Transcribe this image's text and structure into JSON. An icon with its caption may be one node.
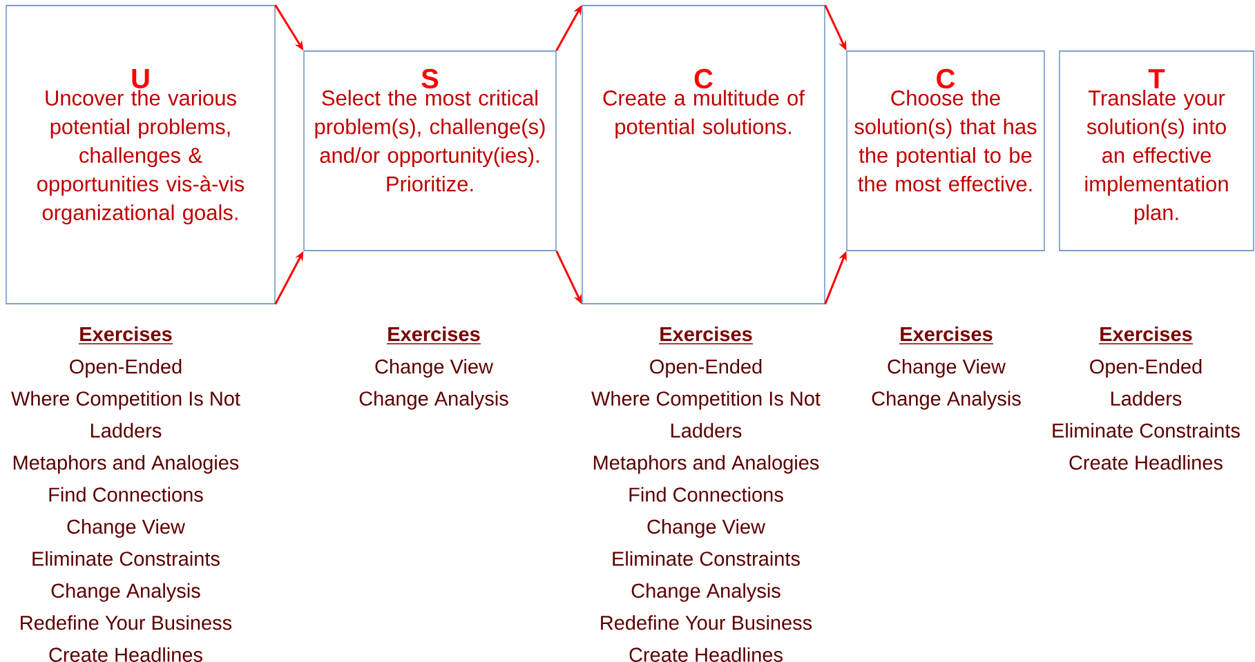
{
  "diagram": {
    "nodes": [
      {
        "text": [
          "U",
          "Uncover the various potential problems, challenges & opportunities vis-à-vis organizational goals."
        ],
        "beside": [
          "Exercises",
          "Open-Ended",
          "Where Competition Is Not",
          "Ladders",
          "Metaphors and Analogies",
          "Find Connections",
          "Change View",
          "Eliminate Constraints",
          "Change Analysis",
          "Redefine Your Business",
          "Create Headlines"
        ]
      },
      {
        "text": [
          "S",
          "Select the most critical problem(s), challenge(s) and/or opportunity(ies). Prioritize."
        ],
        "beside": [
          "Exercises",
          "Change View",
          "Change Analysis"
        ]
      },
      {
        "text": [
          "C",
          "Create a multitude of potential solutions."
        ],
        "beside": [
          "Exercises",
          "Open-Ended",
          "Where Competition Is Not",
          "Ladders",
          "Metaphors and Analogies",
          "Find Connections",
          "Change View",
          "Eliminate Constraints",
          "Change Analysis",
          "Redefine Your Business",
          "Create Headlines"
        ]
      },
      {
        "text": [
          "C",
          "Choose the solution(s) that has the potential to be the most effective."
        ],
        "beside": [
          "Exercises",
          "Change View",
          "Change Analysis"
        ]
      },
      {
        "text": [
          "T",
          "Translate your solution(s) into an effective implementation plan."
        ],
        "beside": [
          "Exercises",
          "Open-Ended",
          "Ladders",
          "Eliminate Constraints",
          "Create Headlines"
        ]
      }
    ],
    "edges": [
      {
        "from": 0,
        "to": 1,
        "arrow": "to"
      },
      {
        "from": 0,
        "to": 1,
        "arrow": "to"
      },
      {
        "from": 1,
        "to": 2,
        "arrow": "to"
      },
      {
        "from": 1,
        "to": 2,
        "arrow": "to"
      },
      {
        "from": 2,
        "to": 3,
        "arrow": "to"
      },
      {
        "from": 2,
        "to": 3,
        "arrow": "to"
      }
    ]
  }
}
